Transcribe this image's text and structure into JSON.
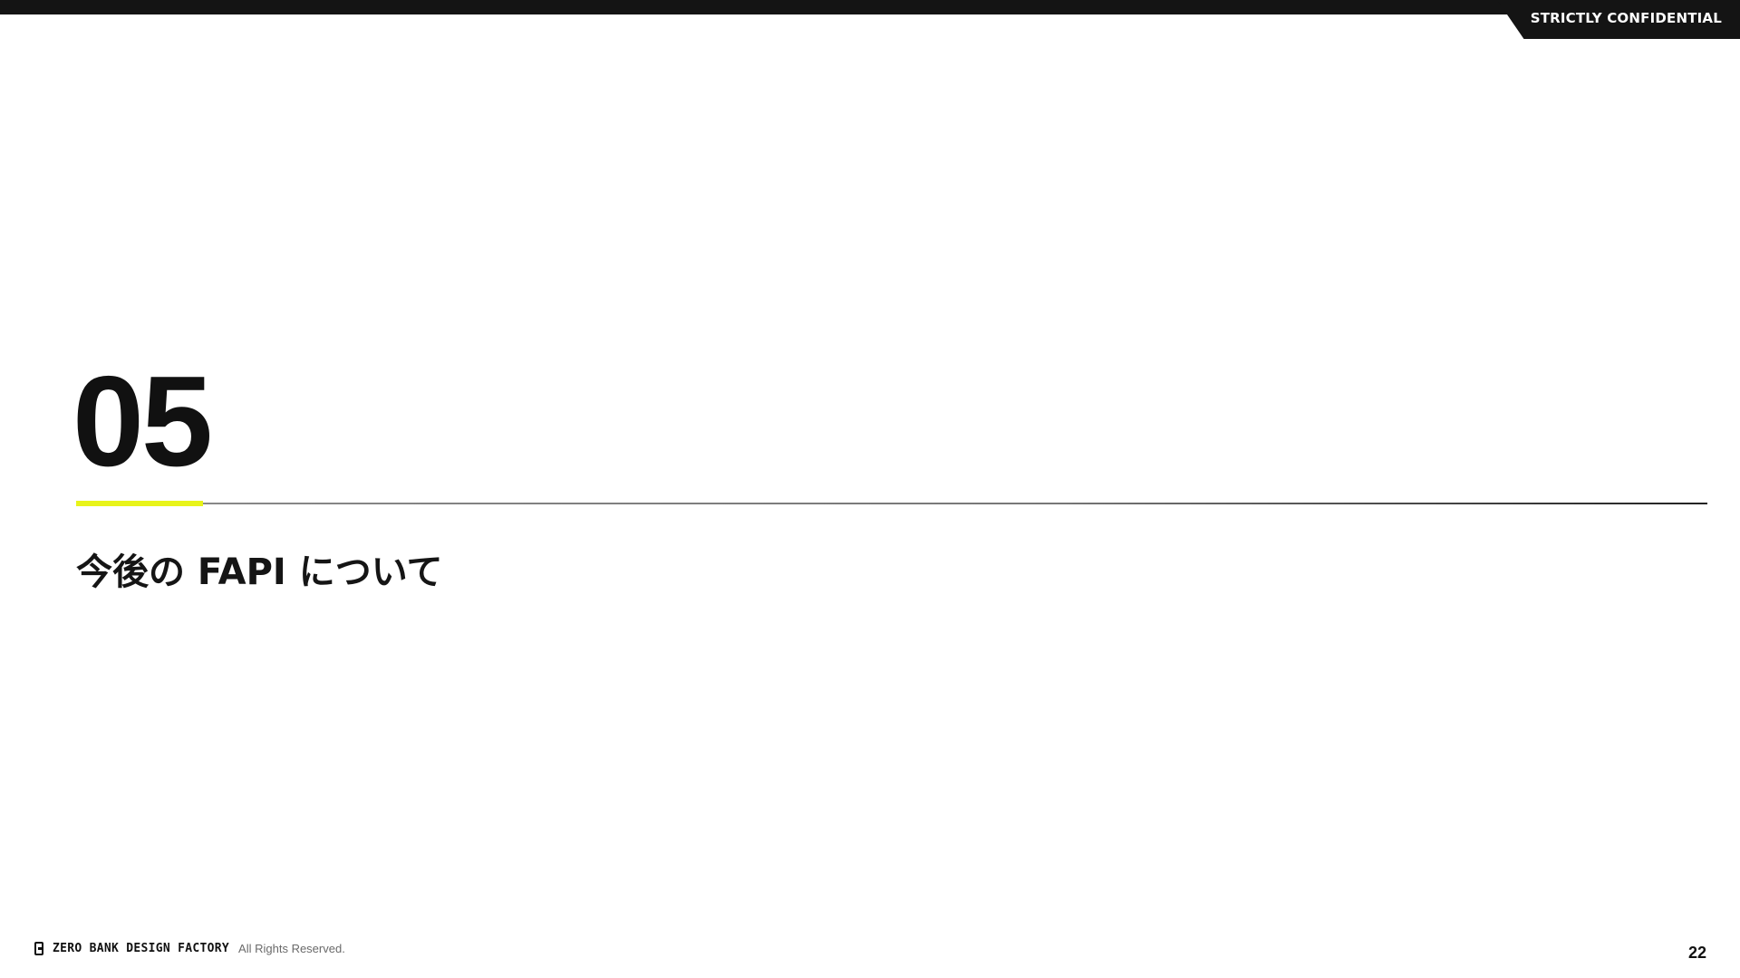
{
  "header": {
    "confidential_label": "STRICTLY CONFIDENTIAL"
  },
  "section": {
    "number": "05",
    "title": "今後の FAPI について"
  },
  "footer": {
    "brand": "ZERO BANK DESIGN FACTORY",
    "rights": "All Rights Reserved.",
    "page_number": "22"
  },
  "colors": {
    "accent": "#e8f41a",
    "dark": "#141414"
  }
}
